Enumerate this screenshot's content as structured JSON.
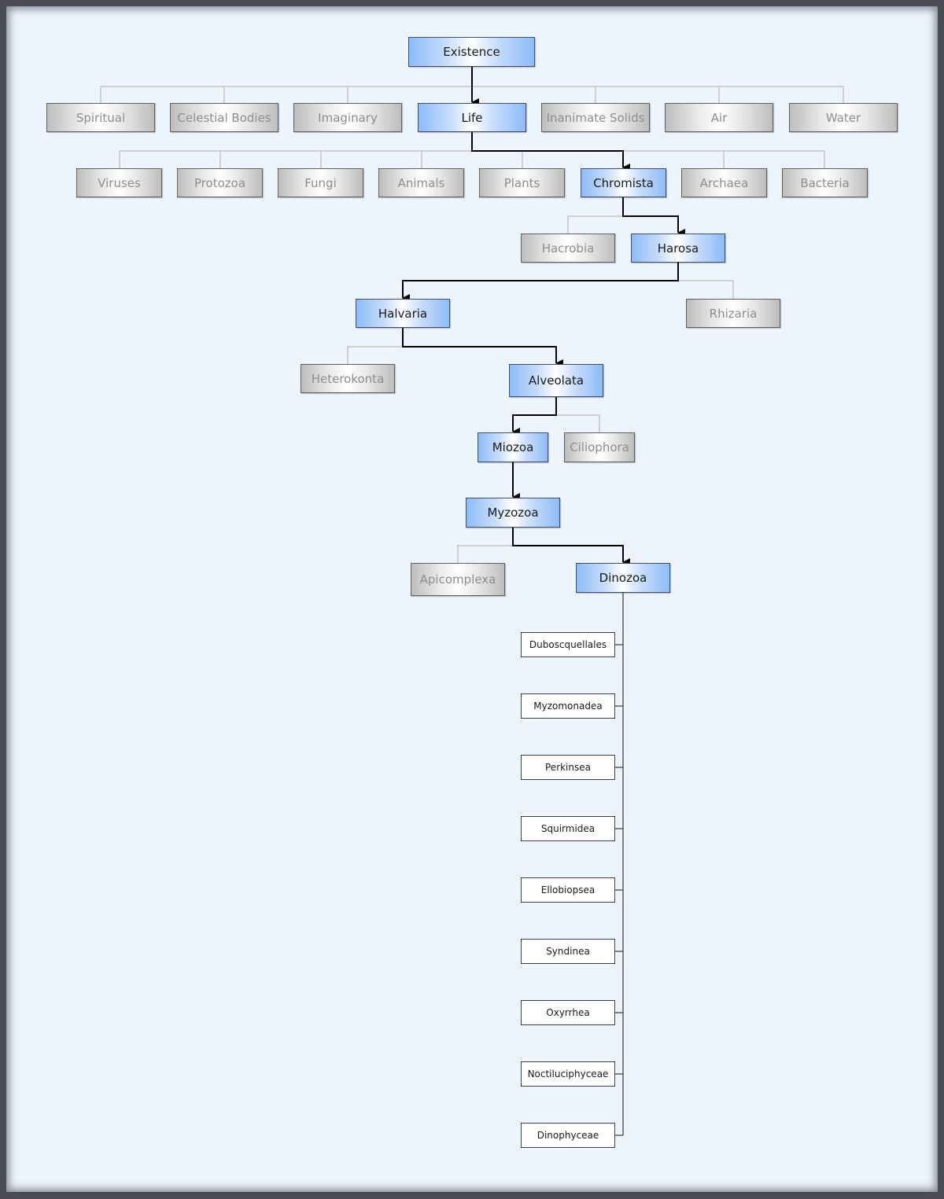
{
  "root": "Existence",
  "level1": [
    "Spiritual",
    "Celestial Bodies",
    "Imaginary",
    "Life",
    "Inanimate Solids",
    "Air",
    "Water"
  ],
  "level2": [
    "Viruses",
    "Protozoa",
    "Fungi",
    "Animals",
    "Plants",
    "Chromista",
    "Archaea",
    "Bacteria"
  ],
  "chromista_children": [
    "Hacrobia",
    "Harosa"
  ],
  "harosa_children": [
    "Halvaria",
    "Rhizaria"
  ],
  "halvaria_children": [
    "Heterokonta",
    "Alveolata"
  ],
  "alveolata_children": [
    "Miozoa",
    "Ciliophora"
  ],
  "miozoa_child": "Myzozoa",
  "myzozoa_children": [
    "Apicomplexa",
    "Dinozoa"
  ],
  "dinozoa_children": [
    "Duboscquellales",
    "Myzomonadea",
    "Perkinsea",
    "Squirmidea",
    "Ellobiopsea",
    "Syndinea",
    "Oxyrrhea",
    "Noctiluciphyceae",
    "Dinophyceae"
  ],
  "colors": {
    "path_node": "#8ebbf7",
    "other_node": "#bdbdbd",
    "leaf_node": "#ffffff",
    "path_line": "#000000",
    "other_line": "#d0d0d0",
    "background": "#eef4fd"
  }
}
